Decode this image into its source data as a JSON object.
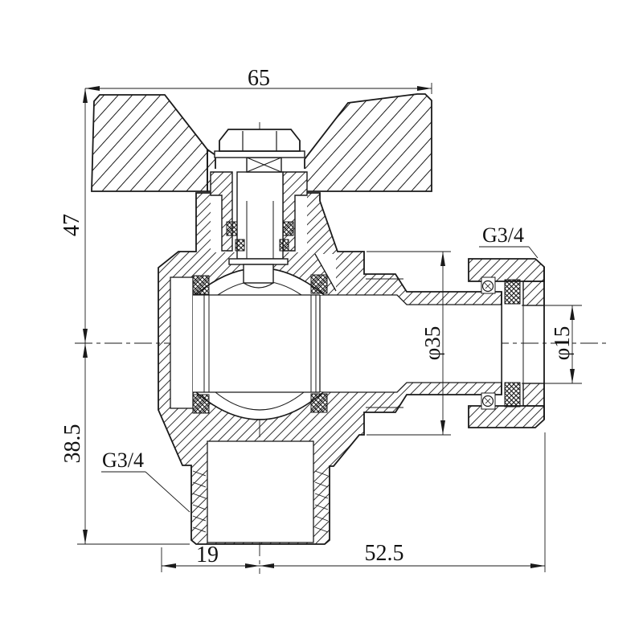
{
  "drawing": {
    "dimensions": {
      "top_width": "65",
      "upper_height": "47",
      "lower_height": "38.5",
      "bottom_offset": "19",
      "bottom_length": "52.5",
      "body_diameter": "φ35",
      "bore_diameter": "φ15",
      "outlet_thread": "G3/4",
      "inlet_thread": "G3/4"
    },
    "colors": {
      "line": "#1a1a1a",
      "background": "#ffffff"
    }
  }
}
